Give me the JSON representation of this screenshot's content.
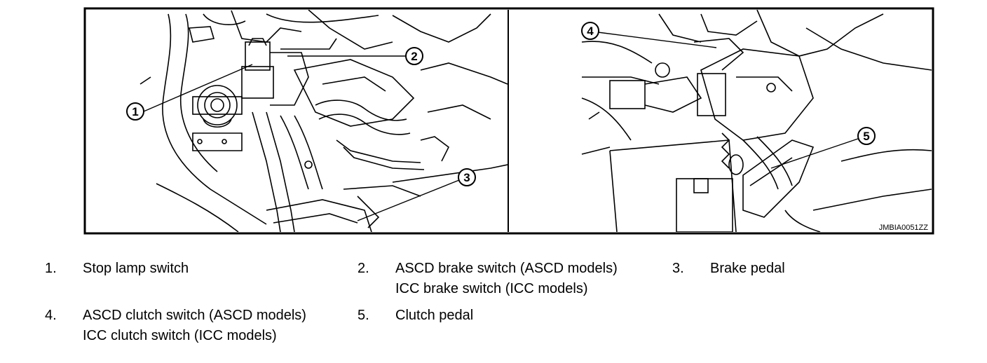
{
  "figure": {
    "code": "JMBIA0051ZZ",
    "callouts": [
      "1",
      "2",
      "3",
      "4",
      "5"
    ]
  },
  "legend": [
    {
      "num": "1.",
      "lines": [
        "Stop lamp switch"
      ]
    },
    {
      "num": "2.",
      "lines": [
        "ASCD brake switch (ASCD models)",
        "ICC brake switch (ICC models)"
      ]
    },
    {
      "num": "3.",
      "lines": [
        "Brake pedal"
      ]
    },
    {
      "num": "4.",
      "lines": [
        "ASCD clutch switch (ASCD models)",
        "ICC clutch switch (ICC models)"
      ]
    },
    {
      "num": "5.",
      "lines": [
        "Clutch pedal"
      ]
    }
  ]
}
